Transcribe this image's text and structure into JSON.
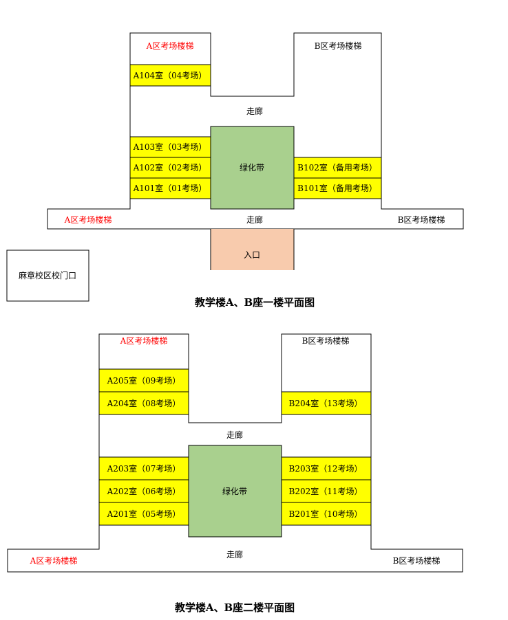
{
  "floor1": {
    "title": "教学楼A、B座一楼平面图",
    "stairs_a_top": "A区考场楼梯",
    "stairs_b_top": "B区考场楼梯",
    "stairs_a_bottom": "A区考场楼梯",
    "stairs_b_bottom": "B区考场楼梯",
    "corridor_top": "走廊",
    "corridor_bottom": "走廊",
    "green_belt": "绿化带",
    "entrance": "入口",
    "campus_gate": "麻章校区校门口",
    "rooms": {
      "a104": "A104室（04考场）",
      "a103": "A103室（03考场）",
      "a102": "A102室（02考场）",
      "a101": "A101室（01考场）",
      "b102": "B102室（备用考场）",
      "b101": "B101室（备用考场）"
    }
  },
  "floor2": {
    "title": "教学楼A、B座二楼平面图",
    "stairs_a_top": "A区考场楼梯",
    "stairs_b_top": "B区考场楼梯",
    "stairs_a_bottom": "A区考场楼梯",
    "stairs_b_bottom": "B区考场楼梯",
    "corridor_top": "走廊",
    "corridor_bottom": "走廊",
    "green_belt": "绿化带",
    "rooms": {
      "a205": "A205室（09考场）",
      "a204": "A204室（08考场）",
      "a203": "A203室（07考场）",
      "a202": "A202室（06考场）",
      "a201": "A201室（05考场）",
      "b204": "B204室（13考场）",
      "b203": "B203室（12考场）",
      "b202": "B202室（11考场）",
      "b201": "B201室（10考场）"
    }
  },
  "colors": {
    "room_fill": "#ffff00",
    "green_belt_fill": "#a9d08e",
    "entrance_fill": "#f8cbad",
    "stairs_a_text": "#ff0000",
    "stairs_b_text": "#000000",
    "outline": "#000000"
  }
}
